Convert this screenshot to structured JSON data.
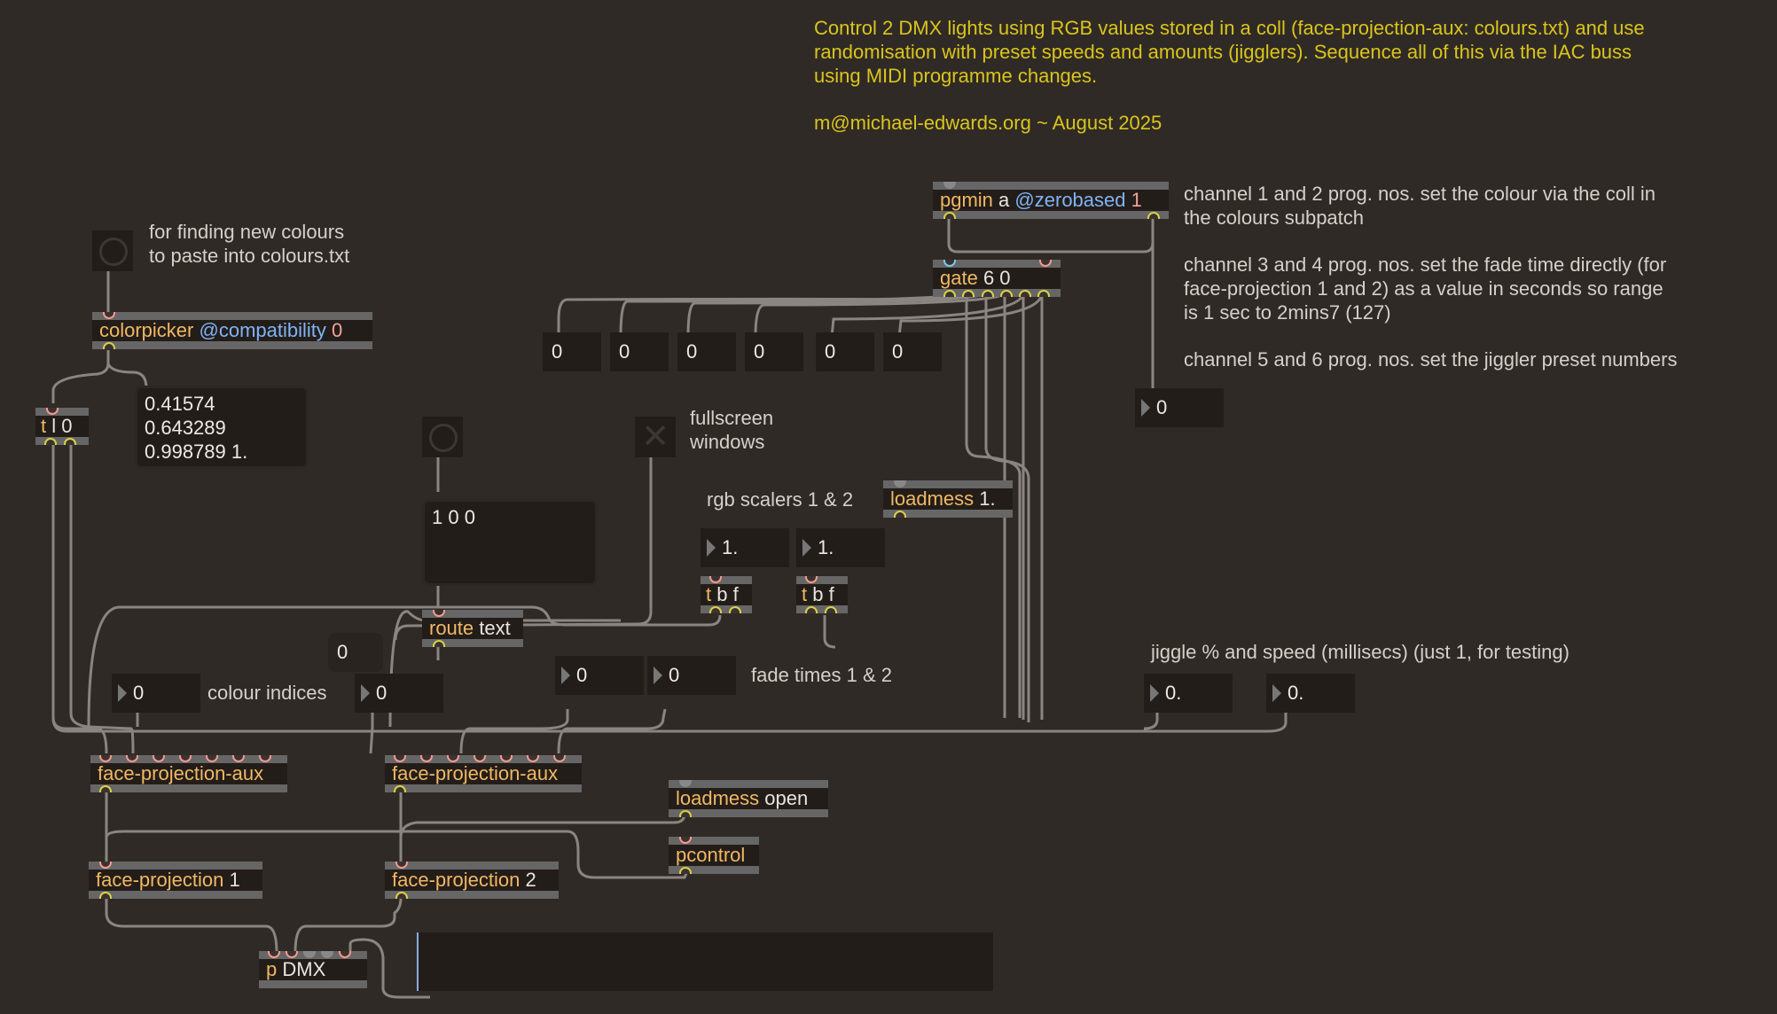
{
  "header": {
    "description": "Control 2 DMX lights using RGB values stored in a coll (face-projection-aux: colours.txt) and use\nrandomisation with preset speeds and amounts (jigglers). Sequence all of this via the IAC buss\nusing MIDI programme changes.",
    "author": "m@michael-edwards.org ~ August 2025"
  },
  "comments": {
    "channels_12": "channel 1 and 2 prog. nos. set the colour via the coll in\nthe colours subpatch",
    "channels_34": "channel 3 and 4 prog. nos. set the fade time directly (for\nface-projection 1 and 2) as a value in seconds so range\nis 1 sec to 2mins7 (127)",
    "channels_56": "channel 5 and 6 prog. nos. set the jiggler preset numbers",
    "finding_colours": "for finding new colours\nto paste into colours.txt",
    "fullscreen": "fullscreen\nwindows",
    "rgb_scalers": "rgb scalers 1 & 2",
    "colour_indices": "colour indices",
    "fade_times": "fade times 1 & 2",
    "jiggle": "jiggle % and speed (millisecs) (just 1, for testing)"
  },
  "objects": {
    "pgmin": {
      "cls": "pgmin",
      "arg": "a",
      "attr": "@zerobased",
      "val": "1"
    },
    "gate": {
      "cls": "gate",
      "arg": "6 0"
    },
    "colorpicker": {
      "cls": "colorpicker",
      "attr": "@compatibility",
      "val": "0"
    },
    "trigger_l0": {
      "cls": "t",
      "arg": "l 0"
    },
    "route": {
      "cls": "route",
      "arg": "text"
    },
    "loadmess_scalers": {
      "cls": "loadmess",
      "arg": "1."
    },
    "tbf1": {
      "cls": "t",
      "arg": "b f"
    },
    "tbf2": {
      "cls": "t",
      "arg": "b f"
    },
    "fpa1": {
      "cls": "face-projection-aux"
    },
    "fpa2": {
      "cls": "face-projection-aux"
    },
    "loadmess_open": {
      "cls": "loadmess",
      "arg": "open"
    },
    "pcontrol": {
      "cls": "pcontrol"
    },
    "fp1": {
      "cls": "face-projection",
      "arg": "1"
    },
    "fp2": {
      "cls": "face-projection",
      "arg": "2"
    },
    "pdmx": {
      "cls": "p",
      "arg": "DMX"
    }
  },
  "messages": {
    "color_values": "0.41574\n0.643289\n0.998789 1.",
    "route_msg": "1 0 0"
  },
  "gate_outputs": [
    "0",
    "0",
    "0",
    "0",
    "0",
    "0"
  ],
  "numbers": {
    "pgm_number": "0",
    "scaler1": "1.",
    "scaler2": "1.",
    "colour_index1": "0",
    "colour_index2": "0",
    "small_int": "0",
    "fade1": "0",
    "fade2": "0",
    "jiggle_pct": "0.",
    "jiggle_speed": "0."
  },
  "colors": {
    "background": "#302a26",
    "object_name": "#f0b863",
    "attribute": "#7fb4f5",
    "header_text": "#d9c51c"
  }
}
